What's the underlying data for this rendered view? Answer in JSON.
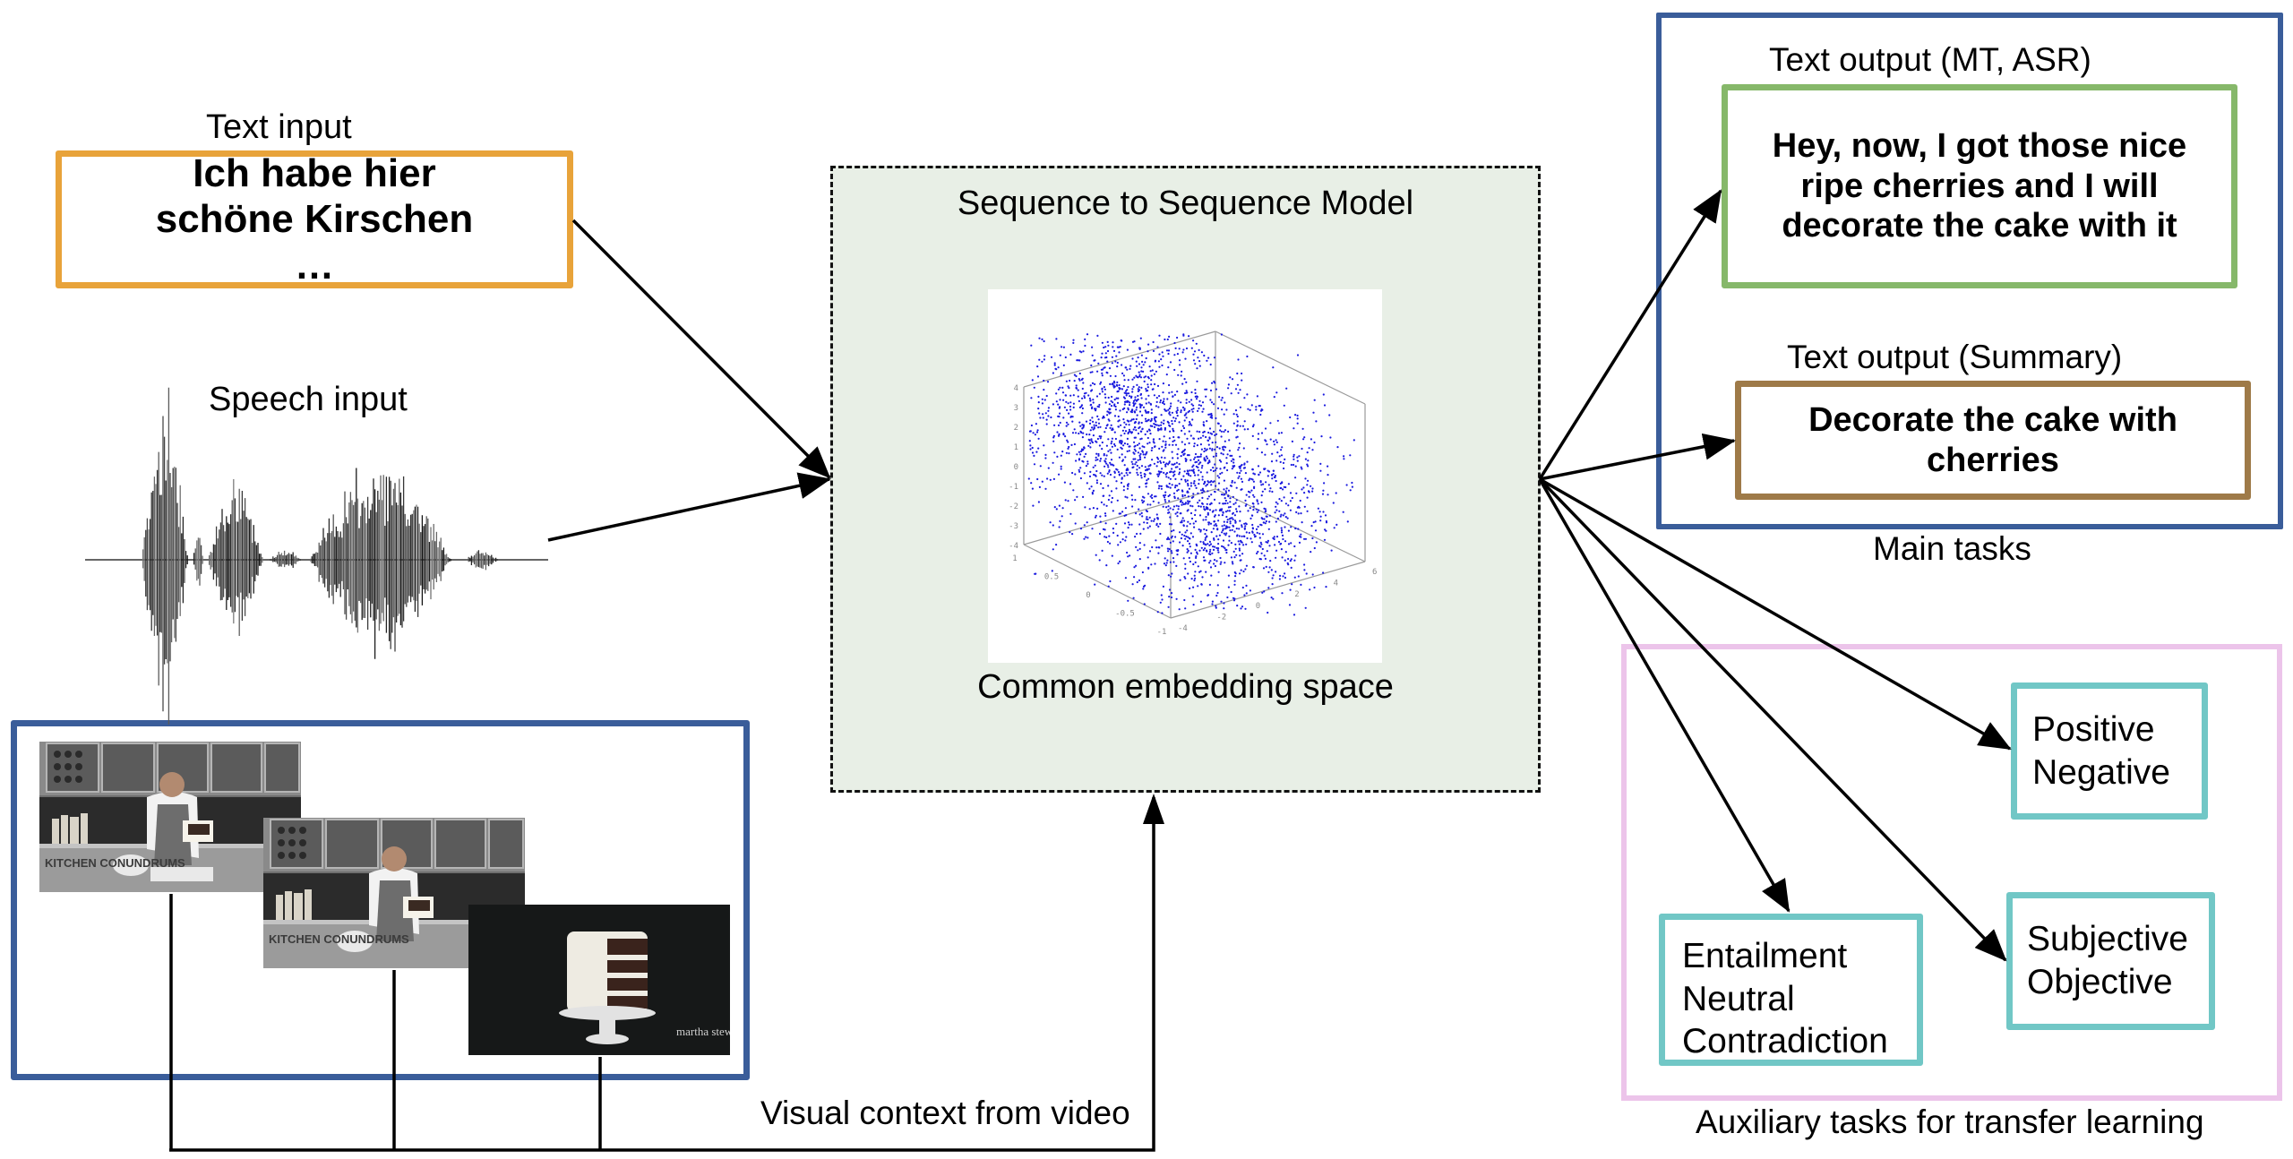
{
  "inputs": {
    "text_input_label": "Text input",
    "text_input_content": "Ich habe hier schöne Kirschen …",
    "speech_input_label": "Speech input",
    "visual_context_label": "Visual context from video"
  },
  "model": {
    "title": "Sequence to Sequence Model",
    "embedding_caption": "Common embedding space"
  },
  "main_tasks": {
    "caption": "Main tasks",
    "mt_asr_label": "Text output (MT, ASR)",
    "mt_asr_content": "Hey, now, I got those nice ripe cherries and I will decorate the cake with it",
    "summary_label": "Text output (Summary)",
    "summary_content": "Decorate the cake with cherries"
  },
  "auxiliary_tasks": {
    "caption": "Auxiliary tasks for transfer learning",
    "sentiment": [
      "Positive",
      "Negative"
    ],
    "subjectivity": [
      "Subjective",
      "Objective"
    ],
    "entailment": [
      "Entailment",
      "Neutral",
      "Contradiction"
    ]
  },
  "video_frames": [
    {
      "overlay_text": "KITCHEN CONUNDRUMS",
      "scene": "chef-holding-cake"
    },
    {
      "overlay_text": "KITCHEN CONUNDRUMS",
      "scene": "chef-holding-cake"
    },
    {
      "overlay_text": "martha stewart",
      "scene": "layered-cake-on-stand"
    }
  ],
  "colors": {
    "text_input_border": "#e8a33a",
    "mt_border": "#86b86a",
    "summary_border": "#9e7a48",
    "main_tasks_border": "#3a5d9a",
    "aux_border": "#ecc4ea",
    "aux_task_border": "#71c7c6",
    "model_fill": "#e8efe6",
    "scatter_points": "#1a1adf"
  },
  "chart_data": {
    "type": "scatter",
    "title": "",
    "projection": "3d",
    "axes": {
      "x": {
        "ticks": [
          "-1",
          "-0.5",
          "0",
          "0.5",
          "1"
        ],
        "range": [
          -1,
          1
        ]
      },
      "y": {
        "ticks": [
          "-4",
          "-2",
          "0",
          "2",
          "4",
          "6"
        ],
        "range": [
          -4,
          6
        ]
      },
      "z": {
        "ticks": [
          "-4",
          "-3",
          "-2",
          "-1",
          "0",
          "1",
          "2",
          "3",
          "4"
        ],
        "range": [
          -4,
          4
        ]
      }
    },
    "description": "Thousands of blue points forming a dense point cloud in the common embedding space",
    "grid": false,
    "legend": "none"
  }
}
